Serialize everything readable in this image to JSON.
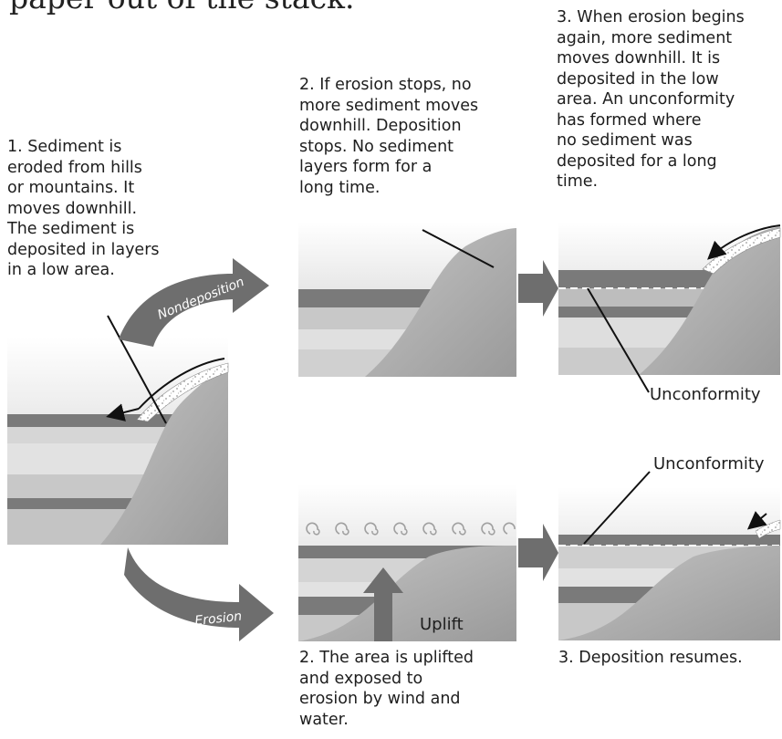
{
  "heading_fragment": "paper out of the stack.",
  "captions": {
    "step1": [
      "1. Sediment is",
      "eroded from hills",
      "or mountains. It",
      "moves downhill.",
      "The sediment is",
      "deposited in layers",
      "in a low area."
    ],
    "step2_top": [
      "2. If erosion stops, no",
      "more sediment moves",
      "downhill. Deposition",
      "stops. No sediment",
      "layers form for a",
      "long time."
    ],
    "step3_top": [
      "3. When erosion begins",
      "again, more sediment",
      "moves downhill. It is",
      "deposited in the low",
      "area. An unconformity",
      "has formed where",
      "no sediment was",
      "deposited for a long",
      "time."
    ],
    "step2_bottom": [
      "2. The area is uplifted",
      "and exposed to",
      "erosion by wind and",
      "water."
    ],
    "step3_bottom": [
      "3. Deposition resumes."
    ]
  },
  "labels": {
    "nondeposition": "Nondeposition",
    "erosion": "Erosion",
    "uplift": "Uplift",
    "unconformity_top": "Unconformity",
    "unconformity_bottom": "Unconformity"
  },
  "colors": {
    "sky_top": "#ffffff",
    "sky_bottom": "#cfcfcf",
    "layer_light": "#cdcdcd",
    "layer_mid": "#b3b3b3",
    "layer_dark": "#7a7a7a",
    "hill": "#a8a8a8",
    "arrow": "#6e6e6e",
    "line": "#111111"
  }
}
